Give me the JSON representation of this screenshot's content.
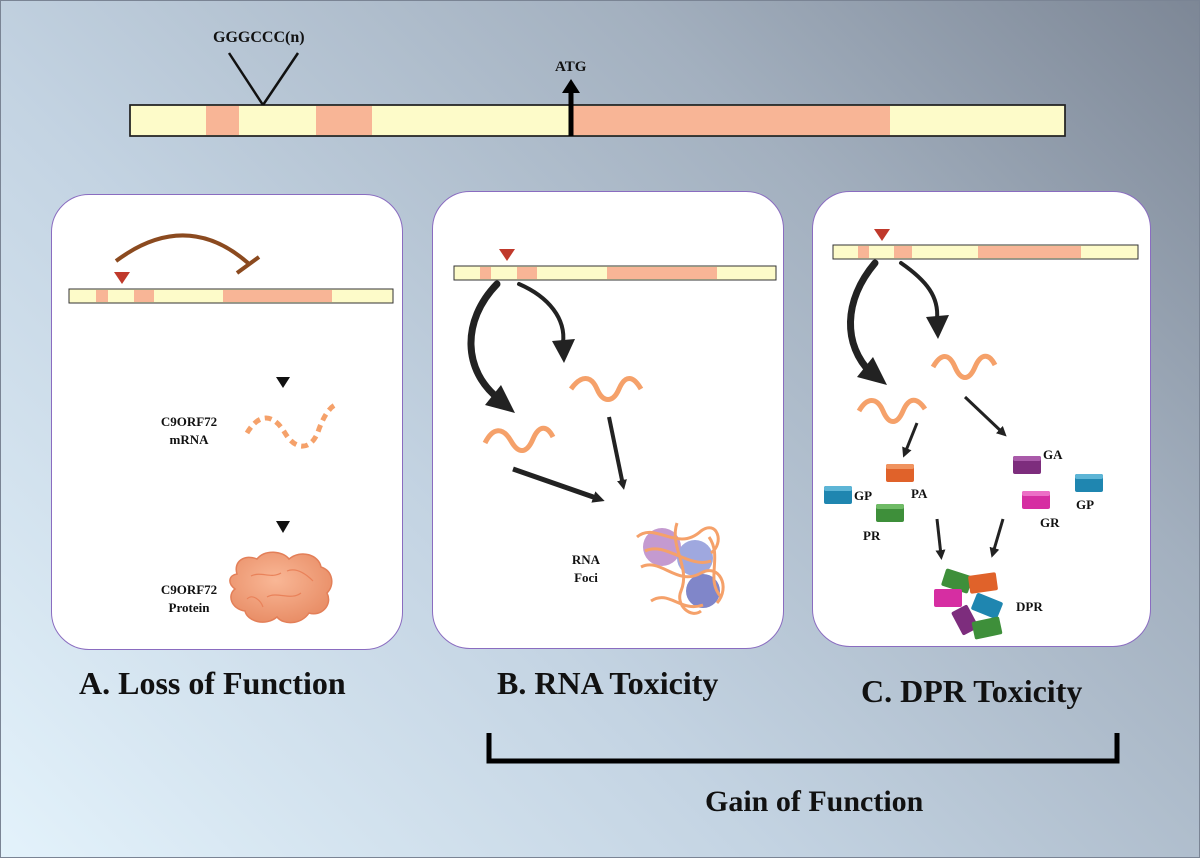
{
  "gene": {
    "repeat_label": "GGGCCC(n)",
    "start_codon_label": "ATG"
  },
  "panel_a": {
    "title": "A. Loss of Function",
    "mrna_label_line1": "C9ORF72",
    "mrna_label_line2": "mRNA",
    "protein_label_line1": "C9ORF72",
    "protein_label_line2": "Protein"
  },
  "panel_b": {
    "title": "B. RNA Toxicity",
    "foci_label_line1": "RNA",
    "foci_label_line2": "Foci"
  },
  "panel_c": {
    "title": "C. DPR Toxicity",
    "dpr_labels": [
      "GP",
      "PA",
      "PR",
      "GA",
      "GR",
      "GP"
    ],
    "aggregate_label": "DPR"
  },
  "gain_of_function_label": "Gain of Function",
  "colors": {
    "exon_light": "#fdfbc9",
    "exon_salmon": "#f8b596",
    "marker_red": "#c0392b",
    "inhibit_brown": "#8b4a1f",
    "mrna_orange": "#f5a16a",
    "panel_border": "#8a6cc0",
    "dpr_orange": "#e0622a",
    "dpr_blue": "#1f86b0",
    "dpr_green": "#3e8f3a",
    "dpr_purple": "#7d2d7d",
    "dpr_pink": "#d62ea2"
  }
}
